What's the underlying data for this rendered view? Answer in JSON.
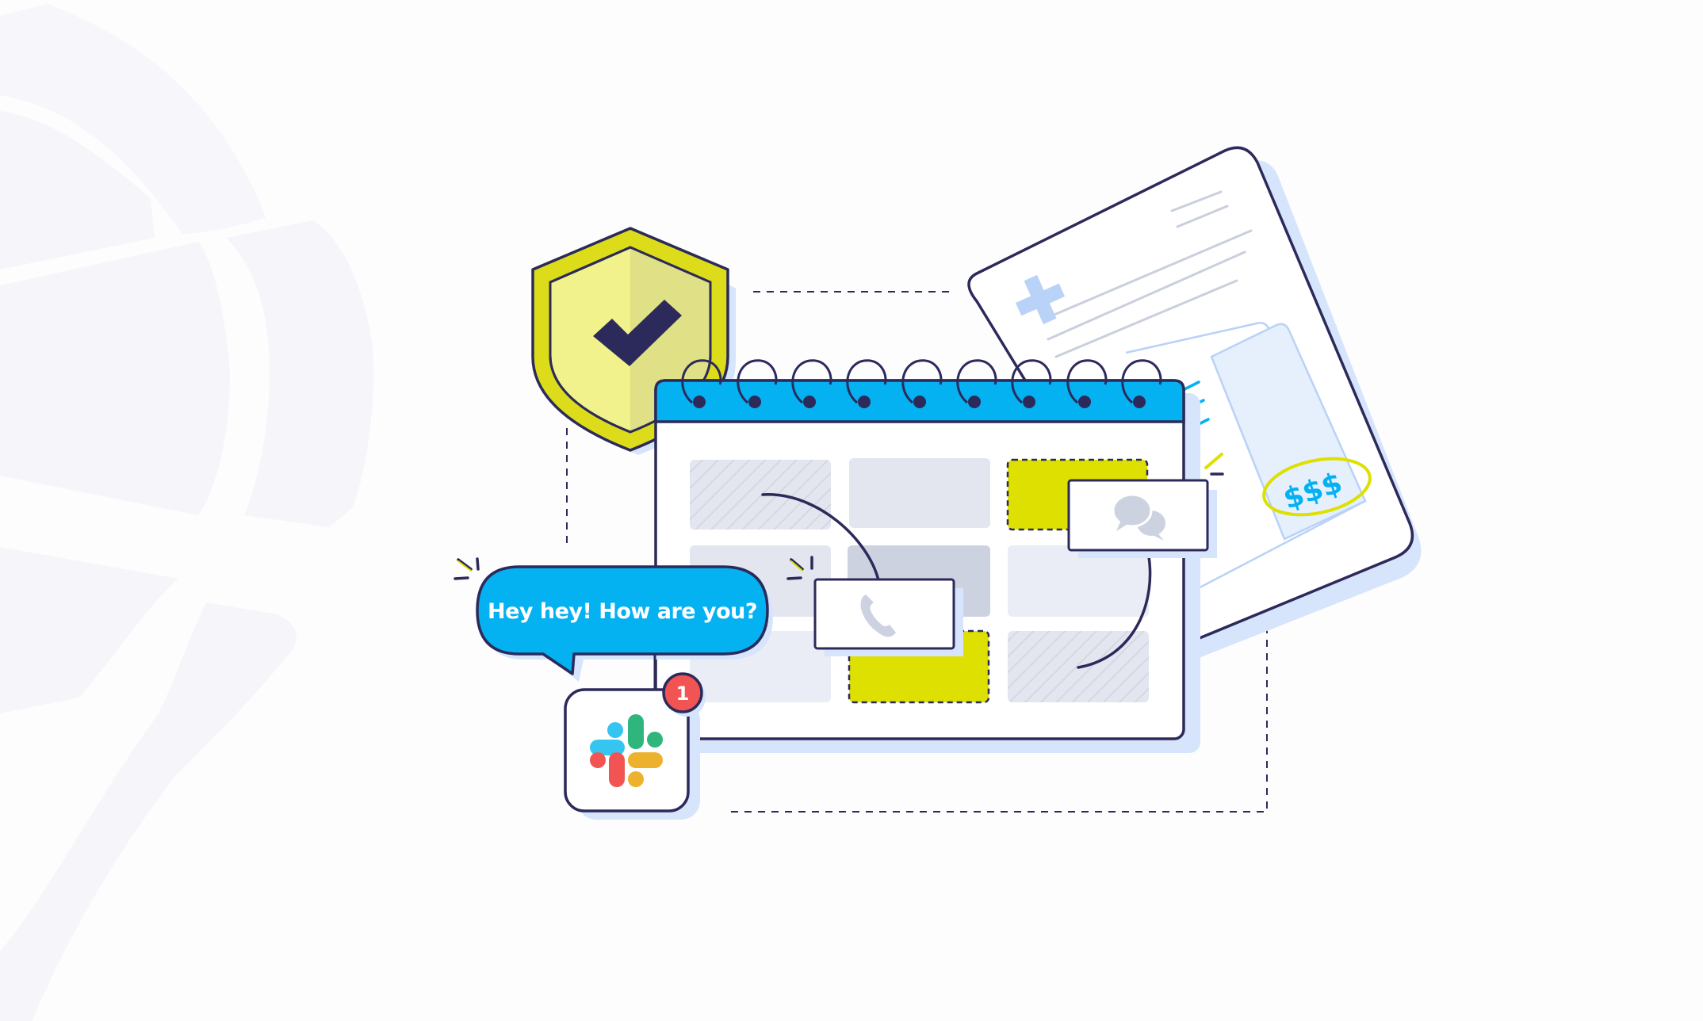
{
  "scene": {
    "title": "Scheduling integrations illustration",
    "background_color": "#fdfdfe",
    "background_shape_color": "#f6f5f9"
  },
  "colors": {
    "outline": "#2c2a5a",
    "calendar_header": "#04b1f1",
    "accent_yellow": "#dde000",
    "shield_light": "#f2f28c",
    "shield_shade": "#e0e086",
    "shield_rim": "#dcdc1a",
    "cell_gray": "#e3e6ef",
    "cell_gray_dark": "#ccd2e0",
    "cell_light": "#eaedf5",
    "shadow_blue": "#d6e4fc",
    "doc_blue": "#b9d2f7",
    "badge_red": "#f25454"
  },
  "chat_bubble": {
    "text": "Hey hey! How are you?"
  },
  "notification_badge": {
    "count": "1"
  },
  "slack_app": {
    "icon": "slack-logo-icon",
    "colors": [
      "#36c5f0",
      "#2eb67d",
      "#ecb22e",
      "#e01e5a"
    ]
  },
  "document": {
    "amount_label": "$$$",
    "icon": "medical-cross-icon"
  },
  "calendar": {
    "rings": 9,
    "cards": [
      {
        "icon": "phone-icon"
      },
      {
        "icon": "chat-bubbles-icon"
      }
    ]
  },
  "shield": {
    "icon": "checkmark-icon"
  }
}
